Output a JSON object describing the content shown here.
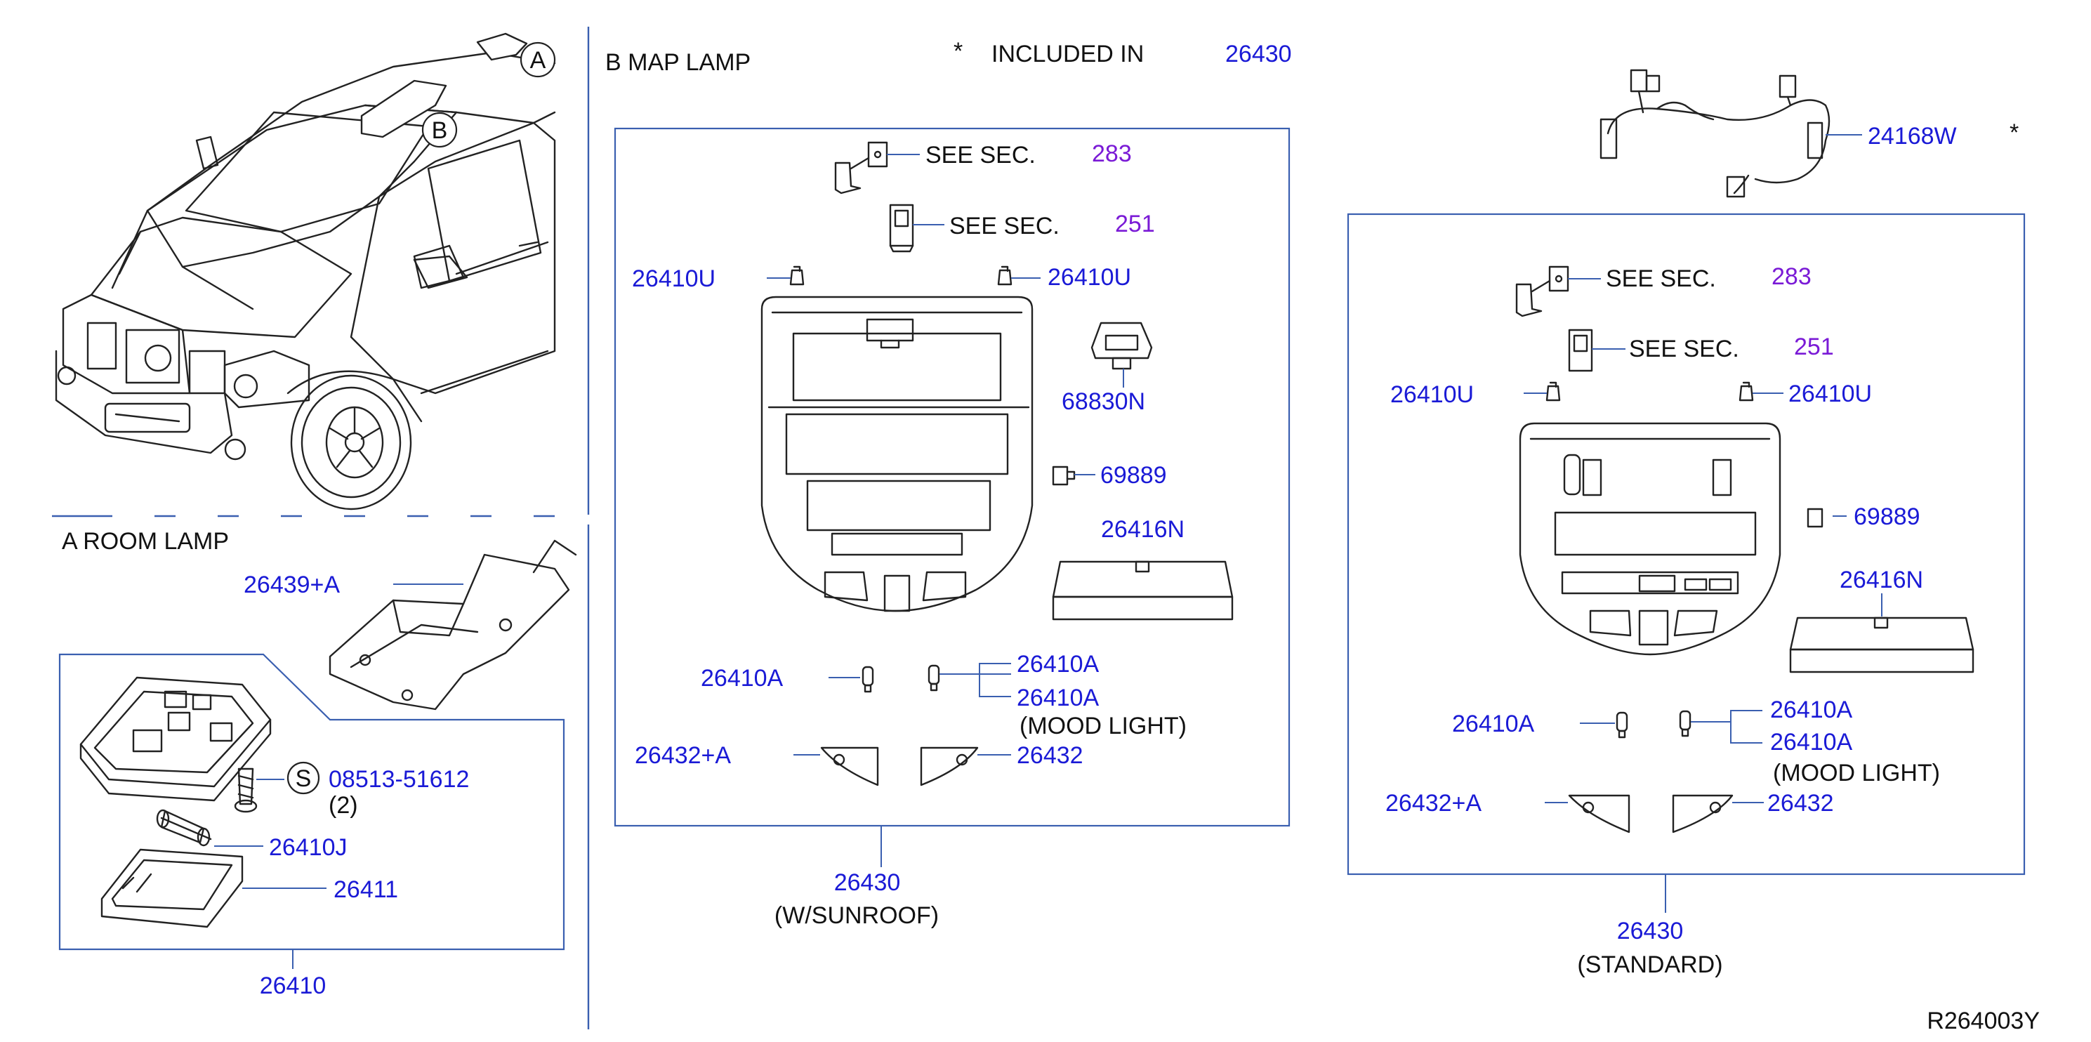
{
  "section_a_title": "A   ROOM  LAMP",
  "section_b_title": "B   MAP   LAMP",
  "callouts": {
    "a": "A",
    "b": "B",
    "s": "S"
  },
  "legend": {
    "star": "*",
    "text": "INCLUDED   IN",
    "part": "26430"
  },
  "harness": {
    "part": "24168W",
    "star": "*"
  },
  "see_sec": "SEE   SEC.",
  "sec_283": "283",
  "sec_251": "251",
  "room_lamp": {
    "bracket": "26439+A",
    "screw": "08513-51612",
    "screw_qty": "(2)",
    "bulb": "26410J",
    "lens": "26411",
    "assembly": "26410"
  },
  "sunroof": {
    "clip_left": "26410U",
    "clip_right": "26410U",
    "switch": "68830N",
    "holder": "69889",
    "lens": "26416N",
    "bulb_left": "26410A",
    "bulb_right_top": "26410A",
    "bulb_right_bottom": "26410A",
    "mood_light": "(MOOD   LIGHT)",
    "cover_left": "26432+A",
    "cover_right": "26432",
    "assembly": "26430",
    "variant": "(W/SUNROOF)"
  },
  "standard": {
    "clip_left": "26410U",
    "clip_right": "26410U",
    "holder": "69889",
    "lens": "26416N",
    "bulb_left": "26410A",
    "bulb_right_top": "26410A",
    "bulb_right_bottom": "26410A",
    "mood_light": "(MOOD   LIGHT)",
    "cover_left": "26432+A",
    "cover_right": "26432",
    "assembly": "26430",
    "variant": "(STANDARD)"
  },
  "ref_code": "R264003Y"
}
